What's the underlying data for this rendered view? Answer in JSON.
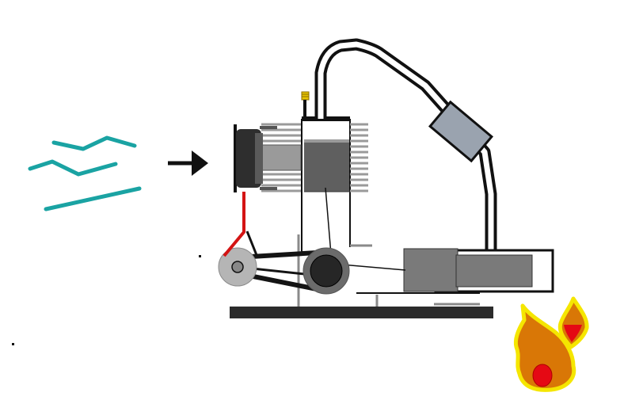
{
  "diagram": {
    "kind": "stirling-engine-schematic",
    "components": [
      "cool-air-waves",
      "airflow-arrow",
      "cooling-fan",
      "cold-cylinder-heatsink",
      "cold-piston",
      "connecting-rods",
      "crank-flywheel",
      "fan-drive-pulley",
      "drive-belt",
      "transfer-pipe",
      "regenerator",
      "hot-cylinder",
      "displacer",
      "base-plate",
      "flame"
    ],
    "colors": {
      "air_waves": "#1aa3a3",
      "arrow": "#111111",
      "fan_body": "#2e2e2e",
      "fan_wire": "#d41414",
      "heatsink_fins": "#9a9a9a",
      "cold_piston": "#5f5f5f",
      "pulley": "#b5b5b5",
      "flywheel_outer": "#6b6b6b",
      "flywheel_inner": "#262626",
      "belt": "#141414",
      "pipe": "#111111",
      "regenerator": "#9aa3af",
      "displacer": "#7a7a7a",
      "base": "#2b2b2b",
      "flame_outer": "#f5e600",
      "flame_body": "#d97706",
      "flame_core": "#e50914"
    }
  }
}
